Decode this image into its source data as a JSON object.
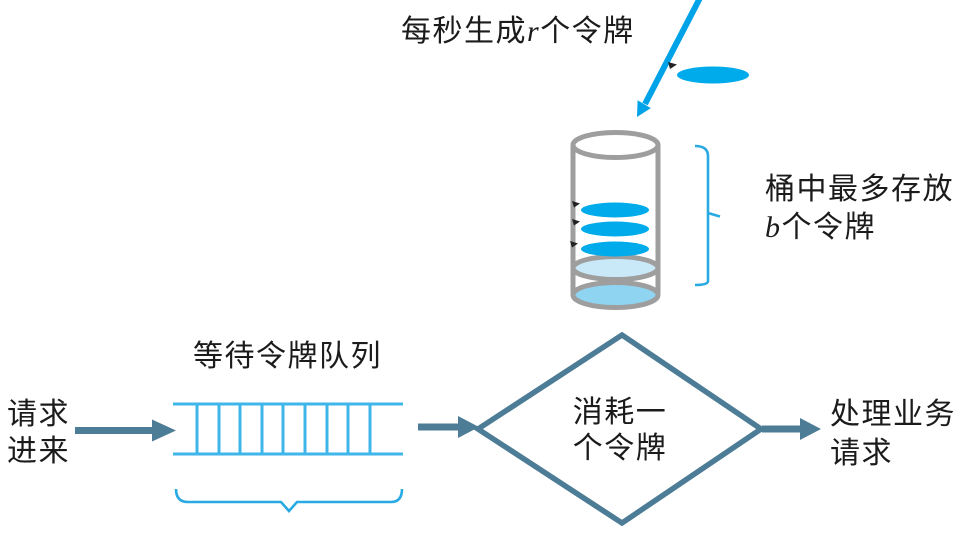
{
  "labels": {
    "token_generation": {
      "prefix": "每秒生成",
      "var": "r",
      "suffix": "个令牌"
    },
    "bucket_capacity": {
      "line1": "桶中最多存放",
      "var": "b",
      "suffix": "个令牌"
    },
    "queue_label": "等待令牌队列",
    "incoming_request": {
      "line1": "请求",
      "line2": "进来"
    },
    "consume_token": {
      "line1": "消耗一",
      "line2": "个令牌"
    },
    "process_request": {
      "line1": "处理业务",
      "line2": "请求"
    }
  },
  "diagram": {
    "token_count_in_bucket": 3,
    "falling_token_count": 1,
    "queue_divider_count": 9
  },
  "colors": {
    "bright_blue": "#00A2E8",
    "token_blue": "#00ABEB",
    "queue_blue": "#3FB6EA",
    "brace_blue": "#2AAAE2",
    "bucket_gray": "#9E9E9E",
    "water_light": "#C9E9F8",
    "water_medium": "#8FD4F0",
    "slate": "#4D7C96",
    "text": "#1B1B1B"
  }
}
